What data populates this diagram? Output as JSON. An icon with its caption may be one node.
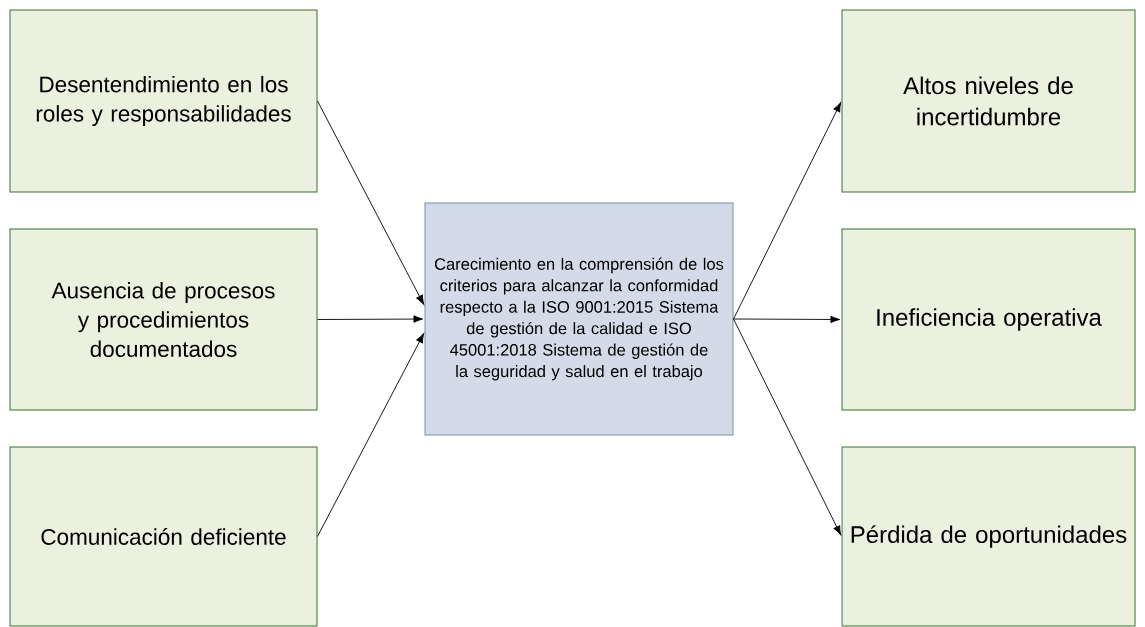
{
  "diagram": {
    "nodes": [
      {
        "text": [
          "Desentendimiento en los roles y responsabilidades"
        ]
      },
      {
        "text": [
          "Ausencia de procesos y procedimientos documentados"
        ]
      },
      {
        "text": [
          "Comunicación deficiente"
        ]
      },
      {
        "text": [
          "Carecimiento en la comprensión de los criterios para alcanzar la conformidad respecto a la ISO 9001:2015 Sistema de gestión de la calidad e ISO 45001:2018 Sistema de gestión de la seguridad y salud en el trabajo"
        ]
      },
      {
        "text": [
          "Altos niveles de incertidumbre"
        ]
      },
      {
        "text": [
          "Ineficiencia operativa"
        ]
      },
      {
        "text": [
          "Pérdida de oportunidades"
        ]
      }
    ],
    "edges": [
      {
        "from": 0,
        "to": 3,
        "arrow": "to"
      },
      {
        "from": 1,
        "to": 3,
        "arrow": "to"
      },
      {
        "from": 2,
        "to": 3,
        "arrow": "to"
      },
      {
        "from": 3,
        "to": 4,
        "arrow": "to"
      },
      {
        "from": 3,
        "to": 5,
        "arrow": "to"
      },
      {
        "from": 3,
        "to": 6,
        "arrow": "to"
      }
    ]
  }
}
